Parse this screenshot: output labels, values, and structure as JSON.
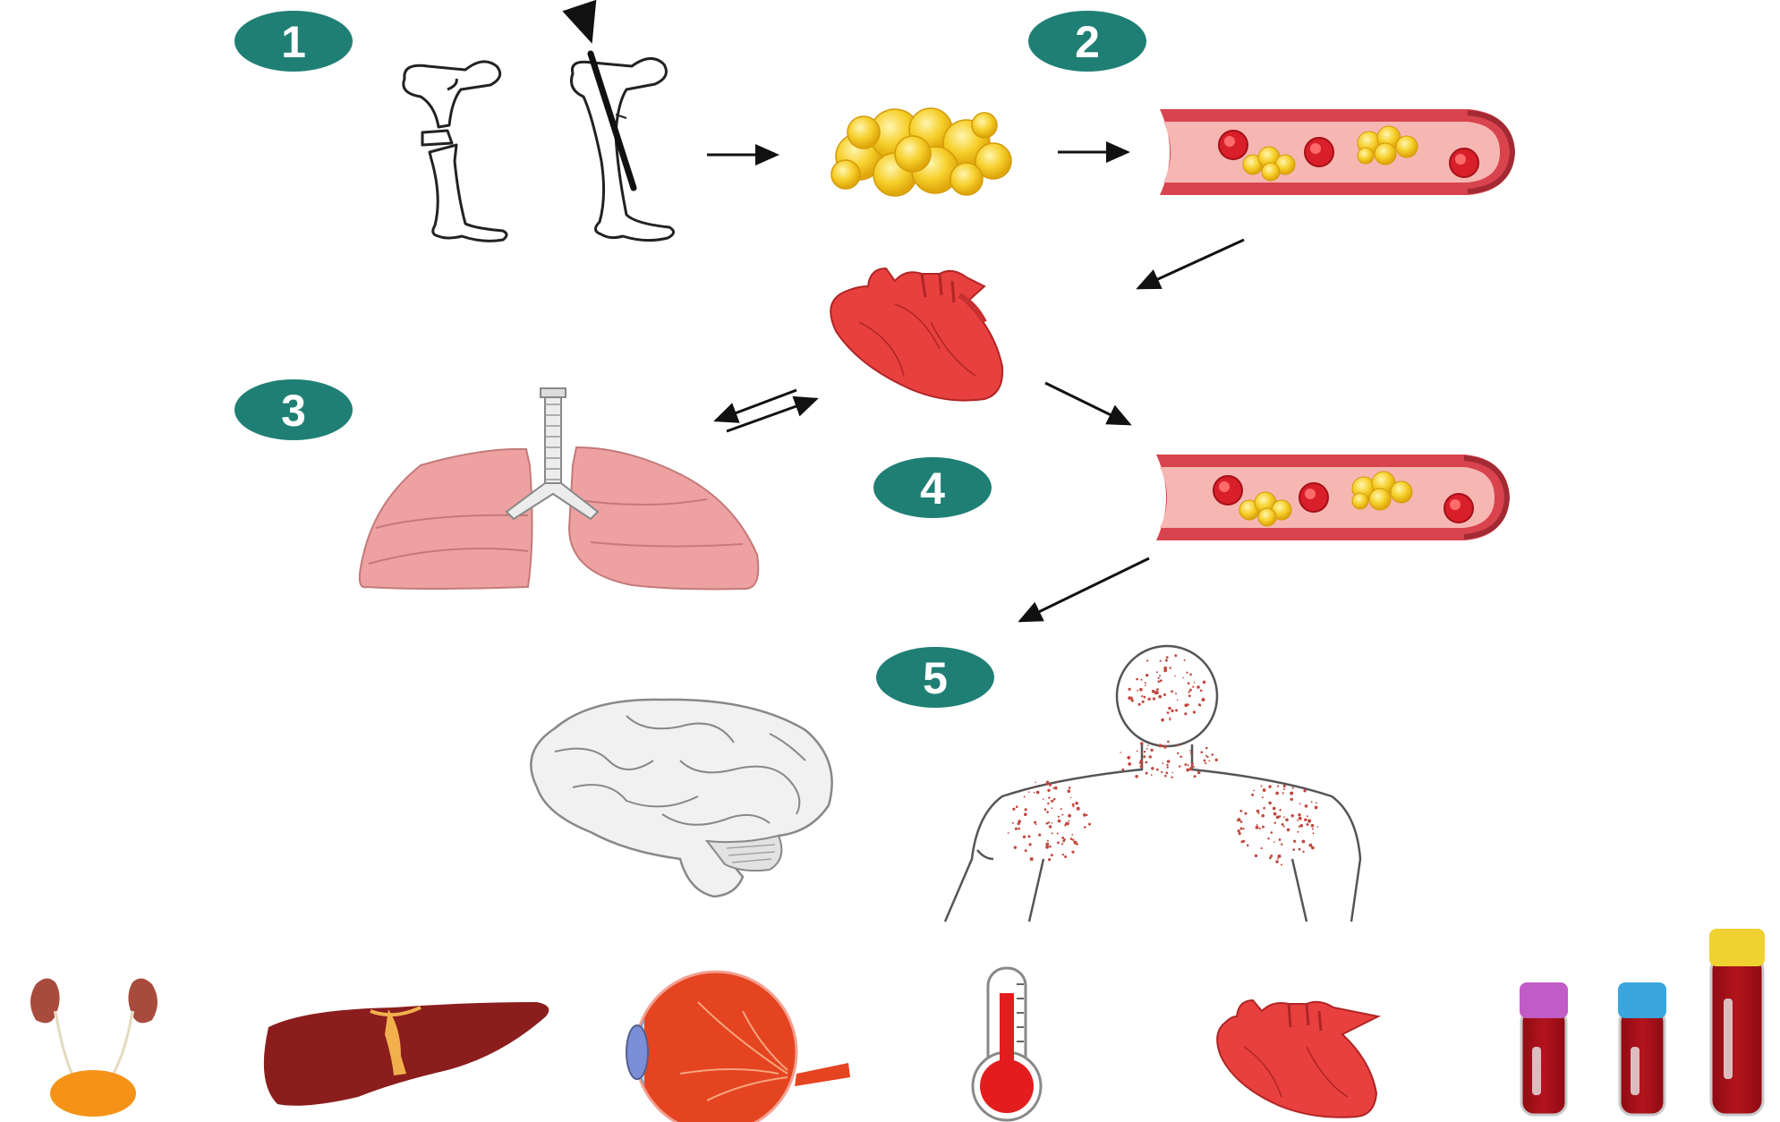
{
  "steps": [
    {
      "number": "1"
    },
    {
      "number": "2"
    },
    {
      "number": "3"
    },
    {
      "number": "4"
    },
    {
      "number": "5"
    }
  ],
  "colors": {
    "badge": "#1f7f74",
    "blood_vessel": "#d9434e",
    "vessel_lumen": "#f6b7b3",
    "red_cell": "#d81f2a",
    "fat_globule": "#f3c21c",
    "heart": "#e8403f",
    "lung": "#eea1a1",
    "liver": "#8b1d1d",
    "eye": "#e54421",
    "thermometer": "#e31d1d",
    "tube_caps": [
      "#c15bc6",
      "#3aa6dd",
      "#f0d132"
    ],
    "blood": "#a80f18"
  },
  "icons": [
    "fractured-femur-icon",
    "nailed-femur-icon",
    "fat-globules-icon",
    "blood-vessel-with-fat-emboli-icon",
    "heart-icon",
    "lungs-icon",
    "brain-icon",
    "petechial-rash-torso-icon",
    "kidneys-bladder-icon",
    "liver-icon",
    "eye-icon",
    "thermometer-icon",
    "blood-tubes-icon"
  ]
}
